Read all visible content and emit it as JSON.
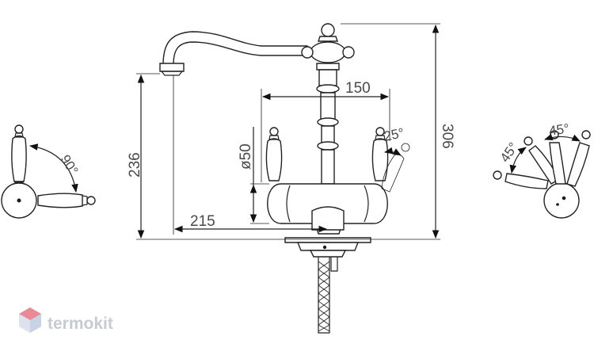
{
  "dimensions": {
    "spout_reach": "215",
    "lever_spacing": "150",
    "outlet_height": "236",
    "total_height": "306",
    "base_diameter": "ø50",
    "lever_tilt": "25°"
  },
  "side_views": {
    "left_rotation": "90°",
    "right_rotation_a": "45°",
    "right_rotation_b": "45°"
  },
  "logo": {
    "text": "termokit"
  }
}
